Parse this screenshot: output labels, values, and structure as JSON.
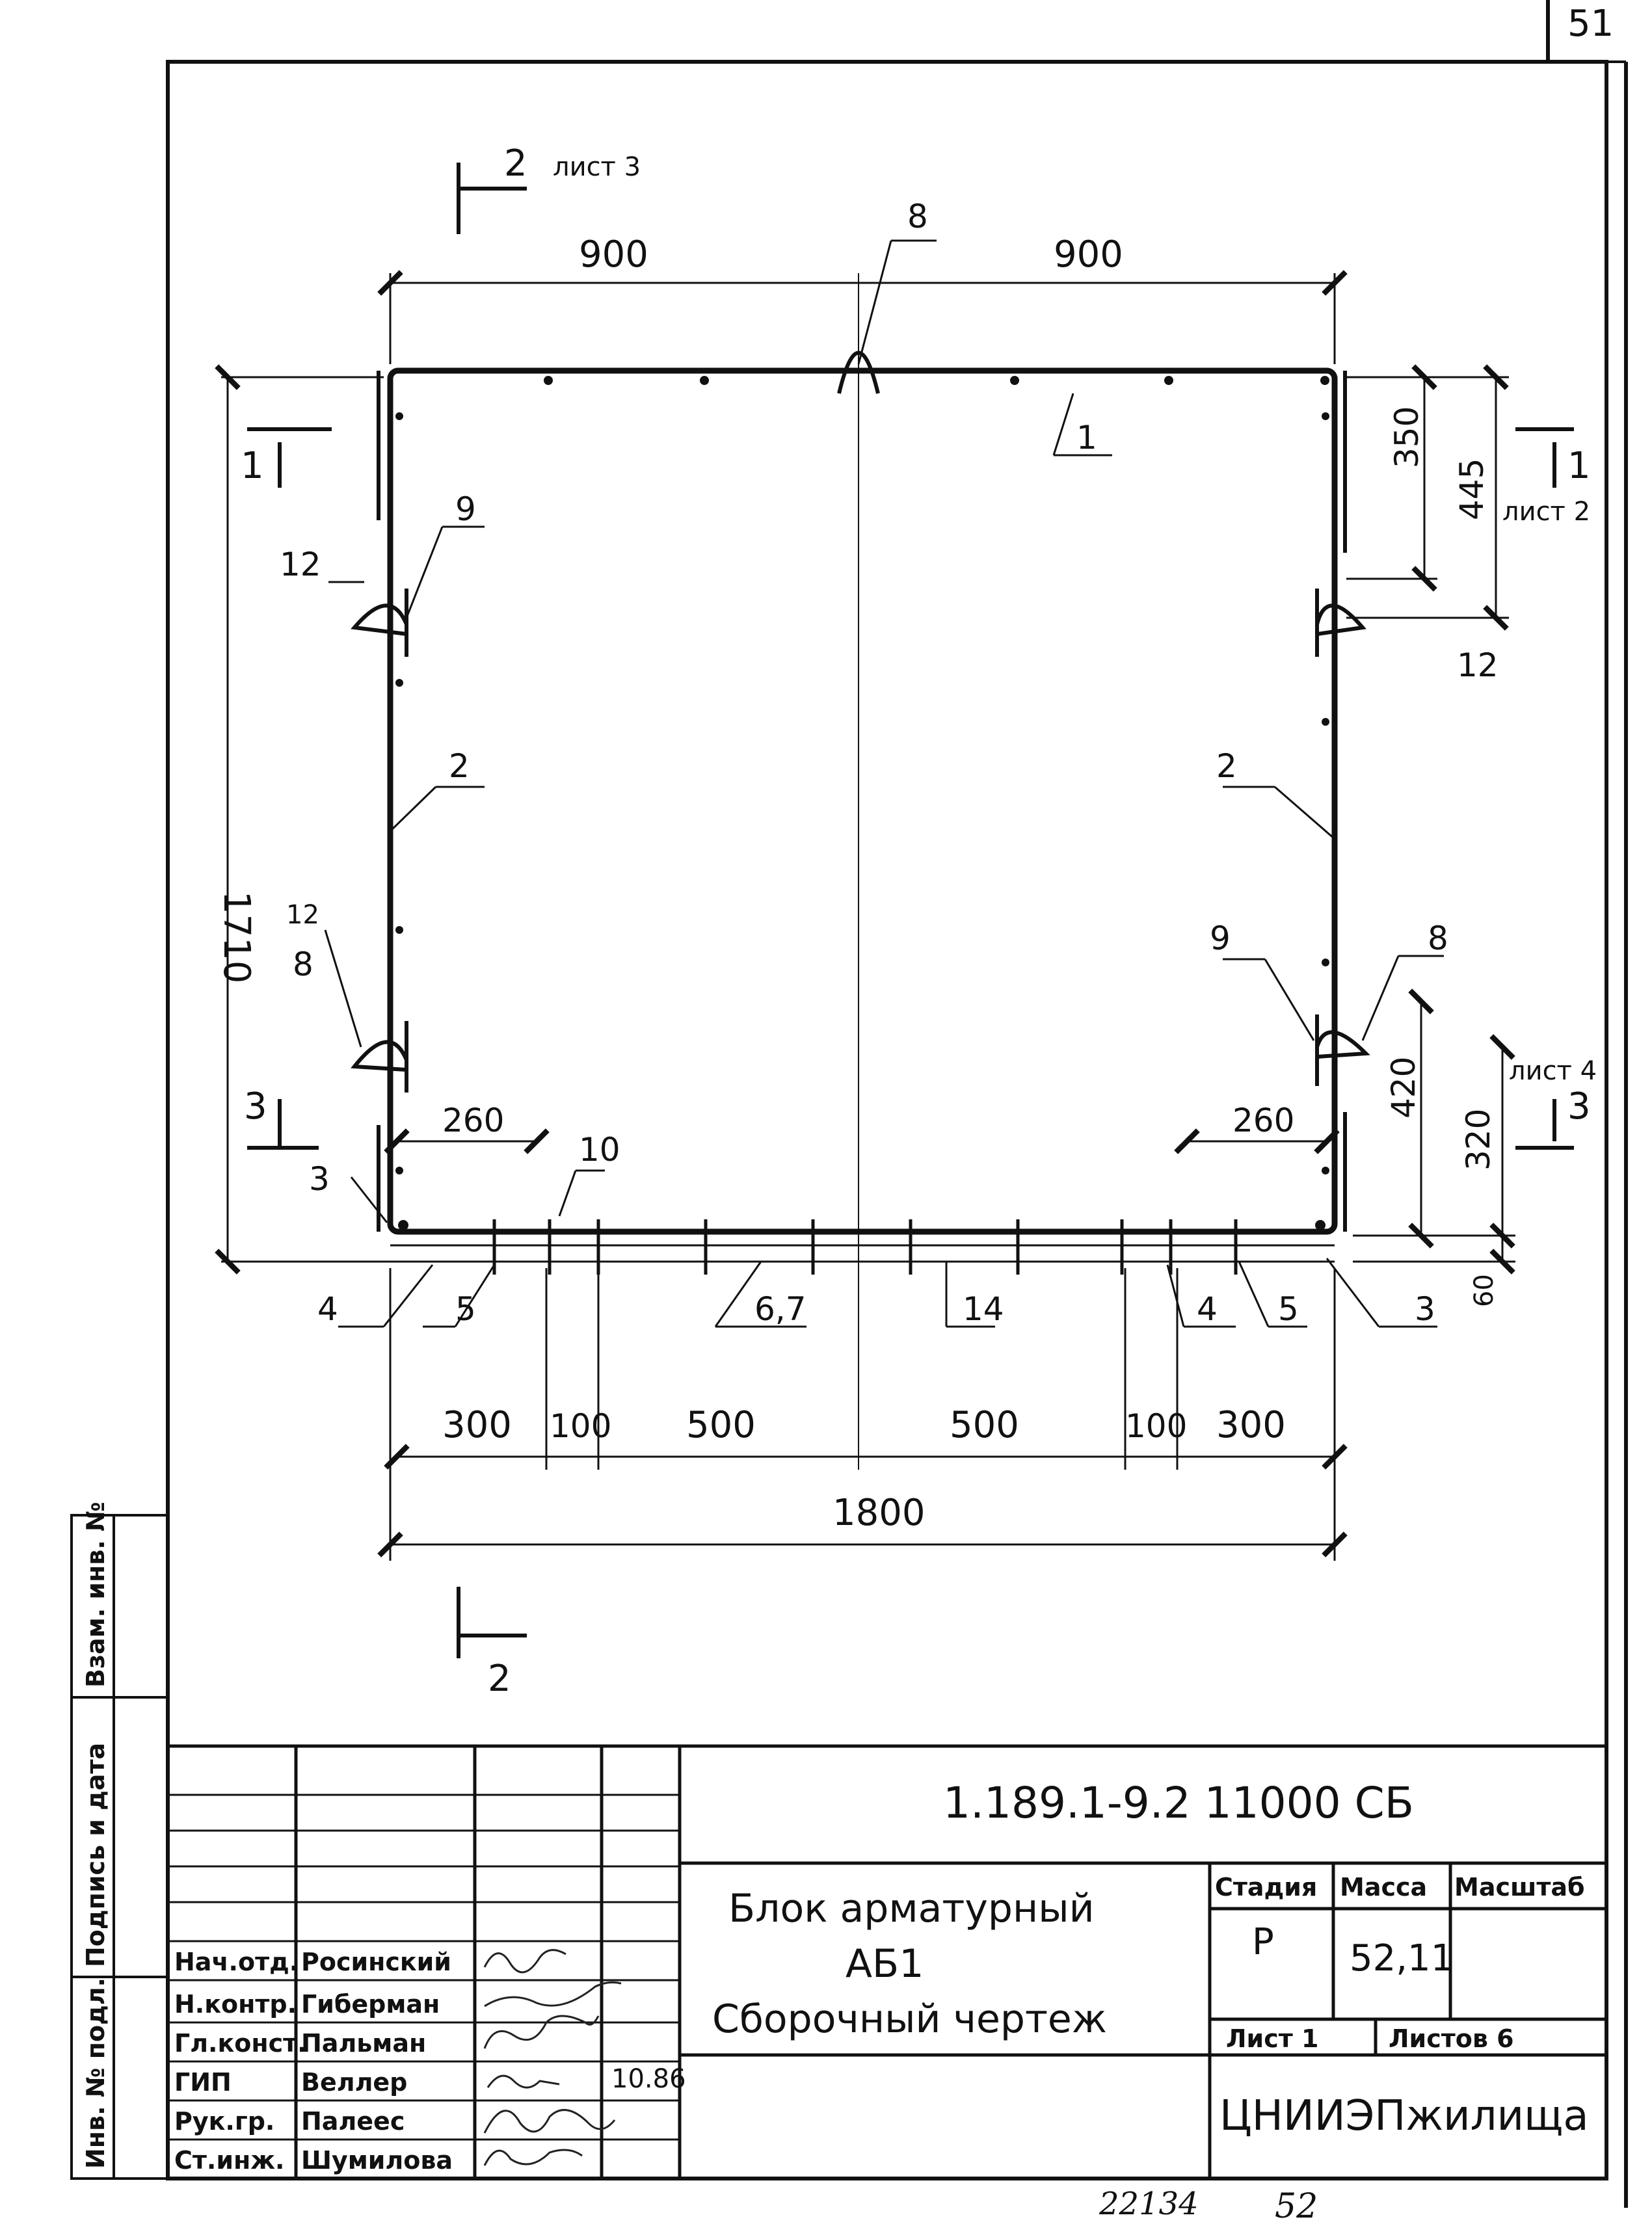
{
  "sheet_number_top": "51",
  "section_2_top": {
    "num": "2",
    "ref": "лист 3"
  },
  "section_2_bottom": {
    "num": "2"
  },
  "section_1_left": {
    "num": "1"
  },
  "section_1_right": {
    "num": "1",
    "ref": "лист 2"
  },
  "section_3_left": {
    "num": "3"
  },
  "section_3_right": {
    "num": "3",
    "ref": "лист 4"
  },
  "dims": {
    "top_left": "900",
    "top_right": "900",
    "left_height": "1710",
    "r350": "350",
    "r445": "445",
    "r420": "420",
    "r320": "320",
    "r60": "60",
    "b260_left": "260",
    "b260_right": "260",
    "b300_l": "300",
    "b100_l": "100",
    "b500_l": "500",
    "b500_r": "500",
    "b100_r": "100",
    "b300_r": "300",
    "total": "1800"
  },
  "marks": {
    "m1": "1",
    "m2_left": "2",
    "m2_right": "2",
    "m3_left": "3",
    "m3_right": "3",
    "m4_left": "4",
    "m4_right": "4",
    "m5_left": "5",
    "m5_right": "5",
    "m67": "6,7",
    "m8_top": "8",
    "m8_left": "8",
    "m8_right": "8",
    "m9_top": "9",
    "m9_right": "9",
    "m10": "10",
    "m12_left_top": "12",
    "m12_left_bottom": "12",
    "m12_right": "12",
    "m14": "14"
  },
  "side_stamp": [
    "Инв. № подл.",
    "Подпись и дата",
    "Взам. инв. №"
  ],
  "title_block": {
    "code": "1.189.1-9.2 11000 СБ",
    "name_line1": "Блок арматурный",
    "name_line2": "АБ1",
    "name_line3": "Сборочный чертеж",
    "col_stage": "Стадия",
    "col_mass": "Масса",
    "col_scale": "Масштаб",
    "stage": "Р",
    "mass": "52,11",
    "sheet": "Лист 1",
    "sheets": "Листов 6",
    "org": "ЦНИИЭПжилища",
    "date": "10.86",
    "roles": [
      {
        "role": "Нач.отд.",
        "name": "Росинский"
      },
      {
        "role": "Н.контр.",
        "name": "Гиберман"
      },
      {
        "role": "Гл.конст.",
        "name": "Пальман"
      },
      {
        "role": "ГИП",
        "name": "Веллер"
      },
      {
        "role": "Рук.гр.",
        "name": "Палеес"
      },
      {
        "role": "Ст.инж.",
        "name": "Шумилова"
      }
    ]
  },
  "footer_left": "22134",
  "footer_right": "52"
}
